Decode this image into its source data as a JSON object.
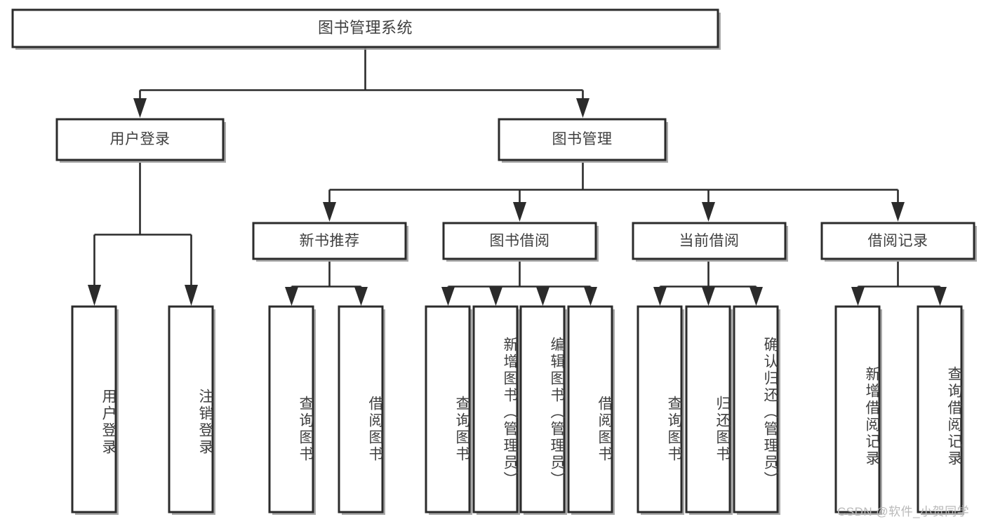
{
  "diagram": {
    "title": "图书管理系统",
    "type": "tree-hierarchy-chart",
    "watermark": "CSDN @软件_小贺同学",
    "colors": {
      "box_stroke": "#2b2b2b",
      "box_fill": "#ffffff",
      "text": "#3f3f3f",
      "connector": "#2b2b2b",
      "watermark": "#b9b9b9",
      "background": "#ffffff"
    },
    "root": {
      "label": "图书管理系统",
      "orientation": "horizontal"
    },
    "level2": [
      {
        "label": "用户登录",
        "orientation": "horizontal"
      },
      {
        "label": "图书管理",
        "orientation": "horizontal"
      }
    ],
    "level3": [
      {
        "label": "新书推荐",
        "orientation": "horizontal"
      },
      {
        "label": "图书借阅",
        "orientation": "horizontal"
      },
      {
        "label": "当前借阅",
        "orientation": "horizontal"
      },
      {
        "label": "借阅记录",
        "orientation": "horizontal"
      }
    ],
    "leaves": [
      {
        "label": "用户登录",
        "orientation": "vertical",
        "parent": "用户登录"
      },
      {
        "label": "注销登录",
        "orientation": "vertical",
        "parent": "用户登录"
      },
      {
        "label": "查询图书",
        "orientation": "vertical",
        "parent": "新书推荐"
      },
      {
        "label": "借阅图书",
        "orientation": "vertical",
        "parent": "新书推荐"
      },
      {
        "label": "查询图书",
        "orientation": "vertical",
        "parent": "图书借阅"
      },
      {
        "label": "新增图书（管理员）",
        "orientation": "vertical",
        "parent": "图书借阅"
      },
      {
        "label": "编辑图书（管理员）",
        "orientation": "vertical",
        "parent": "图书借阅"
      },
      {
        "label": "借阅图书",
        "orientation": "vertical",
        "parent": "图书借阅"
      },
      {
        "label": "查询图书",
        "orientation": "vertical",
        "parent": "当前借阅"
      },
      {
        "label": "归还图书",
        "orientation": "vertical",
        "parent": "当前借阅"
      },
      {
        "label": "确认归还（管理员）",
        "orientation": "vertical",
        "parent": "当前借阅"
      },
      {
        "label": "新增借阅记录",
        "orientation": "vertical",
        "parent": "借阅记录"
      },
      {
        "label": "查询借阅记录",
        "orientation": "vertical",
        "parent": "借阅记录"
      }
    ]
  }
}
